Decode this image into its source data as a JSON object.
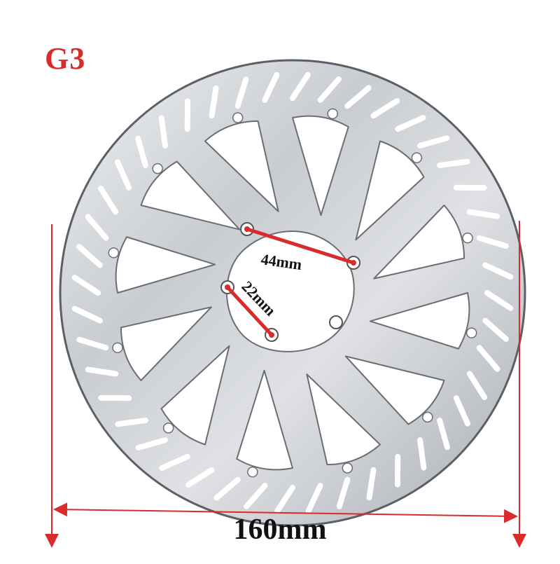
{
  "product": {
    "model": "G3",
    "total_diameter": "160mm",
    "bolt_spacing_a": "44mm",
    "bolt_spacing_b": "22mm"
  },
  "colors": {
    "accent": "#d92b2b",
    "steel_light": "#d7d9dc",
    "steel_dark": "#9ea2a8",
    "outline": "#5c6066"
  },
  "icons": {
    "rotor": "brake-rotor-image",
    "dimension_arrow": "dimension-arrow-icon"
  }
}
